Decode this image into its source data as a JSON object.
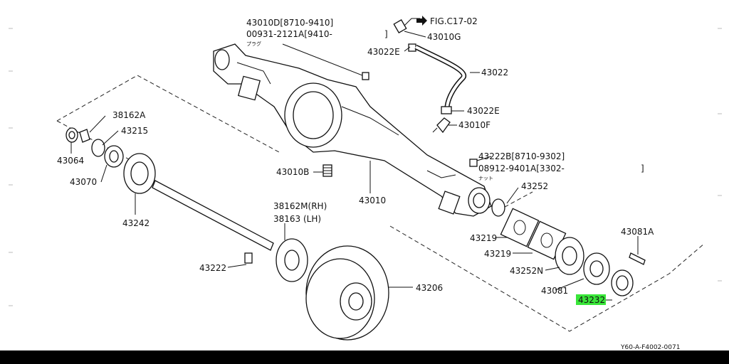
{
  "diagram": {
    "fig_ref": "FIG.C17-02",
    "drawing_code": "Y60-A-F4002-0071",
    "highlight_color": "#39e639",
    "parts": [
      {
        "id": "p-43010D",
        "text": "43010D[8710-9410]"
      },
      {
        "id": "p-00931",
        "text": "00931-2121A[9410-"
      },
      {
        "id": "p-00931-close",
        "text": "]"
      },
      {
        "id": "p-plug-jp",
        "text": "プラグ"
      },
      {
        "id": "p-43010G",
        "text": "43010G"
      },
      {
        "id": "p-43022E-a",
        "text": "43022E"
      },
      {
        "id": "p-43022",
        "text": "43022"
      },
      {
        "id": "p-43022E-b",
        "text": "43022E"
      },
      {
        "id": "p-43010F",
        "text": "43010F"
      },
      {
        "id": "p-38162A",
        "text": "38162A"
      },
      {
        "id": "p-43215",
        "text": "43215"
      },
      {
        "id": "p-43064",
        "text": "43064"
      },
      {
        "id": "p-43070",
        "text": "43070"
      },
      {
        "id": "p-43242",
        "text": "43242"
      },
      {
        "id": "p-43010B",
        "text": "43010B"
      },
      {
        "id": "p-43010",
        "text": "43010"
      },
      {
        "id": "p-43222B",
        "text": "43222B[8710-9302]"
      },
      {
        "id": "p-08912",
        "text": "08912-9401A[3302-"
      },
      {
        "id": "p-08912-close",
        "text": "]"
      },
      {
        "id": "p-nut-jp",
        "text": "ナット"
      },
      {
        "id": "p-43252",
        "text": "43252"
      },
      {
        "id": "p-38162M",
        "text": "38162M(RH)"
      },
      {
        "id": "p-38163",
        "text": "38163   (LH)"
      },
      {
        "id": "p-43222",
        "text": "43222"
      },
      {
        "id": "p-43219-a",
        "text": "43219"
      },
      {
        "id": "p-43219-b",
        "text": "43219"
      },
      {
        "id": "p-43081A",
        "text": "43081A"
      },
      {
        "id": "p-43252N",
        "text": "43252N"
      },
      {
        "id": "p-43081",
        "text": "43081"
      },
      {
        "id": "p-43206",
        "text": "43206"
      },
      {
        "id": "p-43232",
        "text": "43232",
        "highlighted": true
      }
    ]
  }
}
